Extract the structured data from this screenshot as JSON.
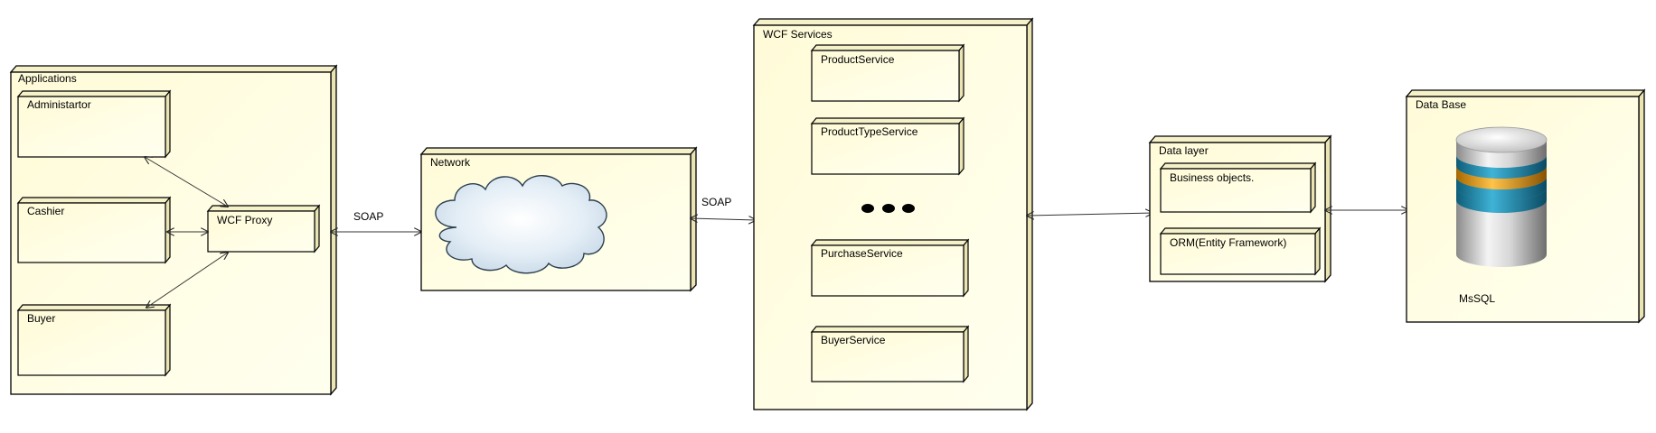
{
  "applications": {
    "title": "Applications",
    "items": [
      "Administartor",
      "Cashier",
      "Buyer"
    ],
    "proxy": "WCF Proxy"
  },
  "soap_label_left": "SOAP",
  "network": {
    "title": "Network"
  },
  "soap_label_right": "SOAP",
  "wcf": {
    "title": "WCF Services",
    "services": [
      "ProductService",
      "ProductTypeService",
      "PurchaseService",
      "BuyerService"
    ]
  },
  "data_layer": {
    "title": "Data layer",
    "items": [
      "Business objects.",
      "ORM(Entity Framework)"
    ]
  },
  "database": {
    "title": "Data Base",
    "label": "MsSQL"
  },
  "colors": {
    "node_fill": "#fffde0",
    "node_fill_light": "#ffffe8",
    "stroke": "#000000",
    "line": "#333333"
  }
}
